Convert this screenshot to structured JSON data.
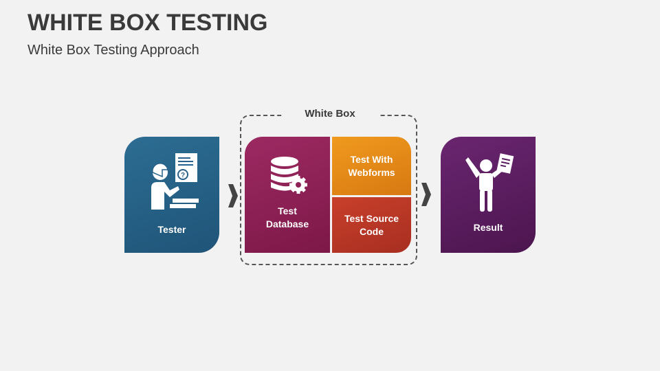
{
  "slide": {
    "title": "WHITE BOX TESTING",
    "subtitle": "White Box Testing Approach"
  },
  "diagram": {
    "white_box_label": "White Box",
    "tester": {
      "label": "Tester",
      "icon": "tester-icon",
      "color": "#25618a"
    },
    "database": {
      "label": "Test\nDatabase",
      "icon": "database-gear-icon",
      "color": "#8e2155"
    },
    "webforms": {
      "label": "Test With\nWebforms",
      "color": "#e58a18"
    },
    "source_code": {
      "label": "Test Source\nCode",
      "color": "#b83626"
    },
    "result": {
      "label": "Result",
      "icon": "celebrating-person-icon",
      "color": "#5c1d60"
    },
    "arrow_color": "#444444"
  }
}
